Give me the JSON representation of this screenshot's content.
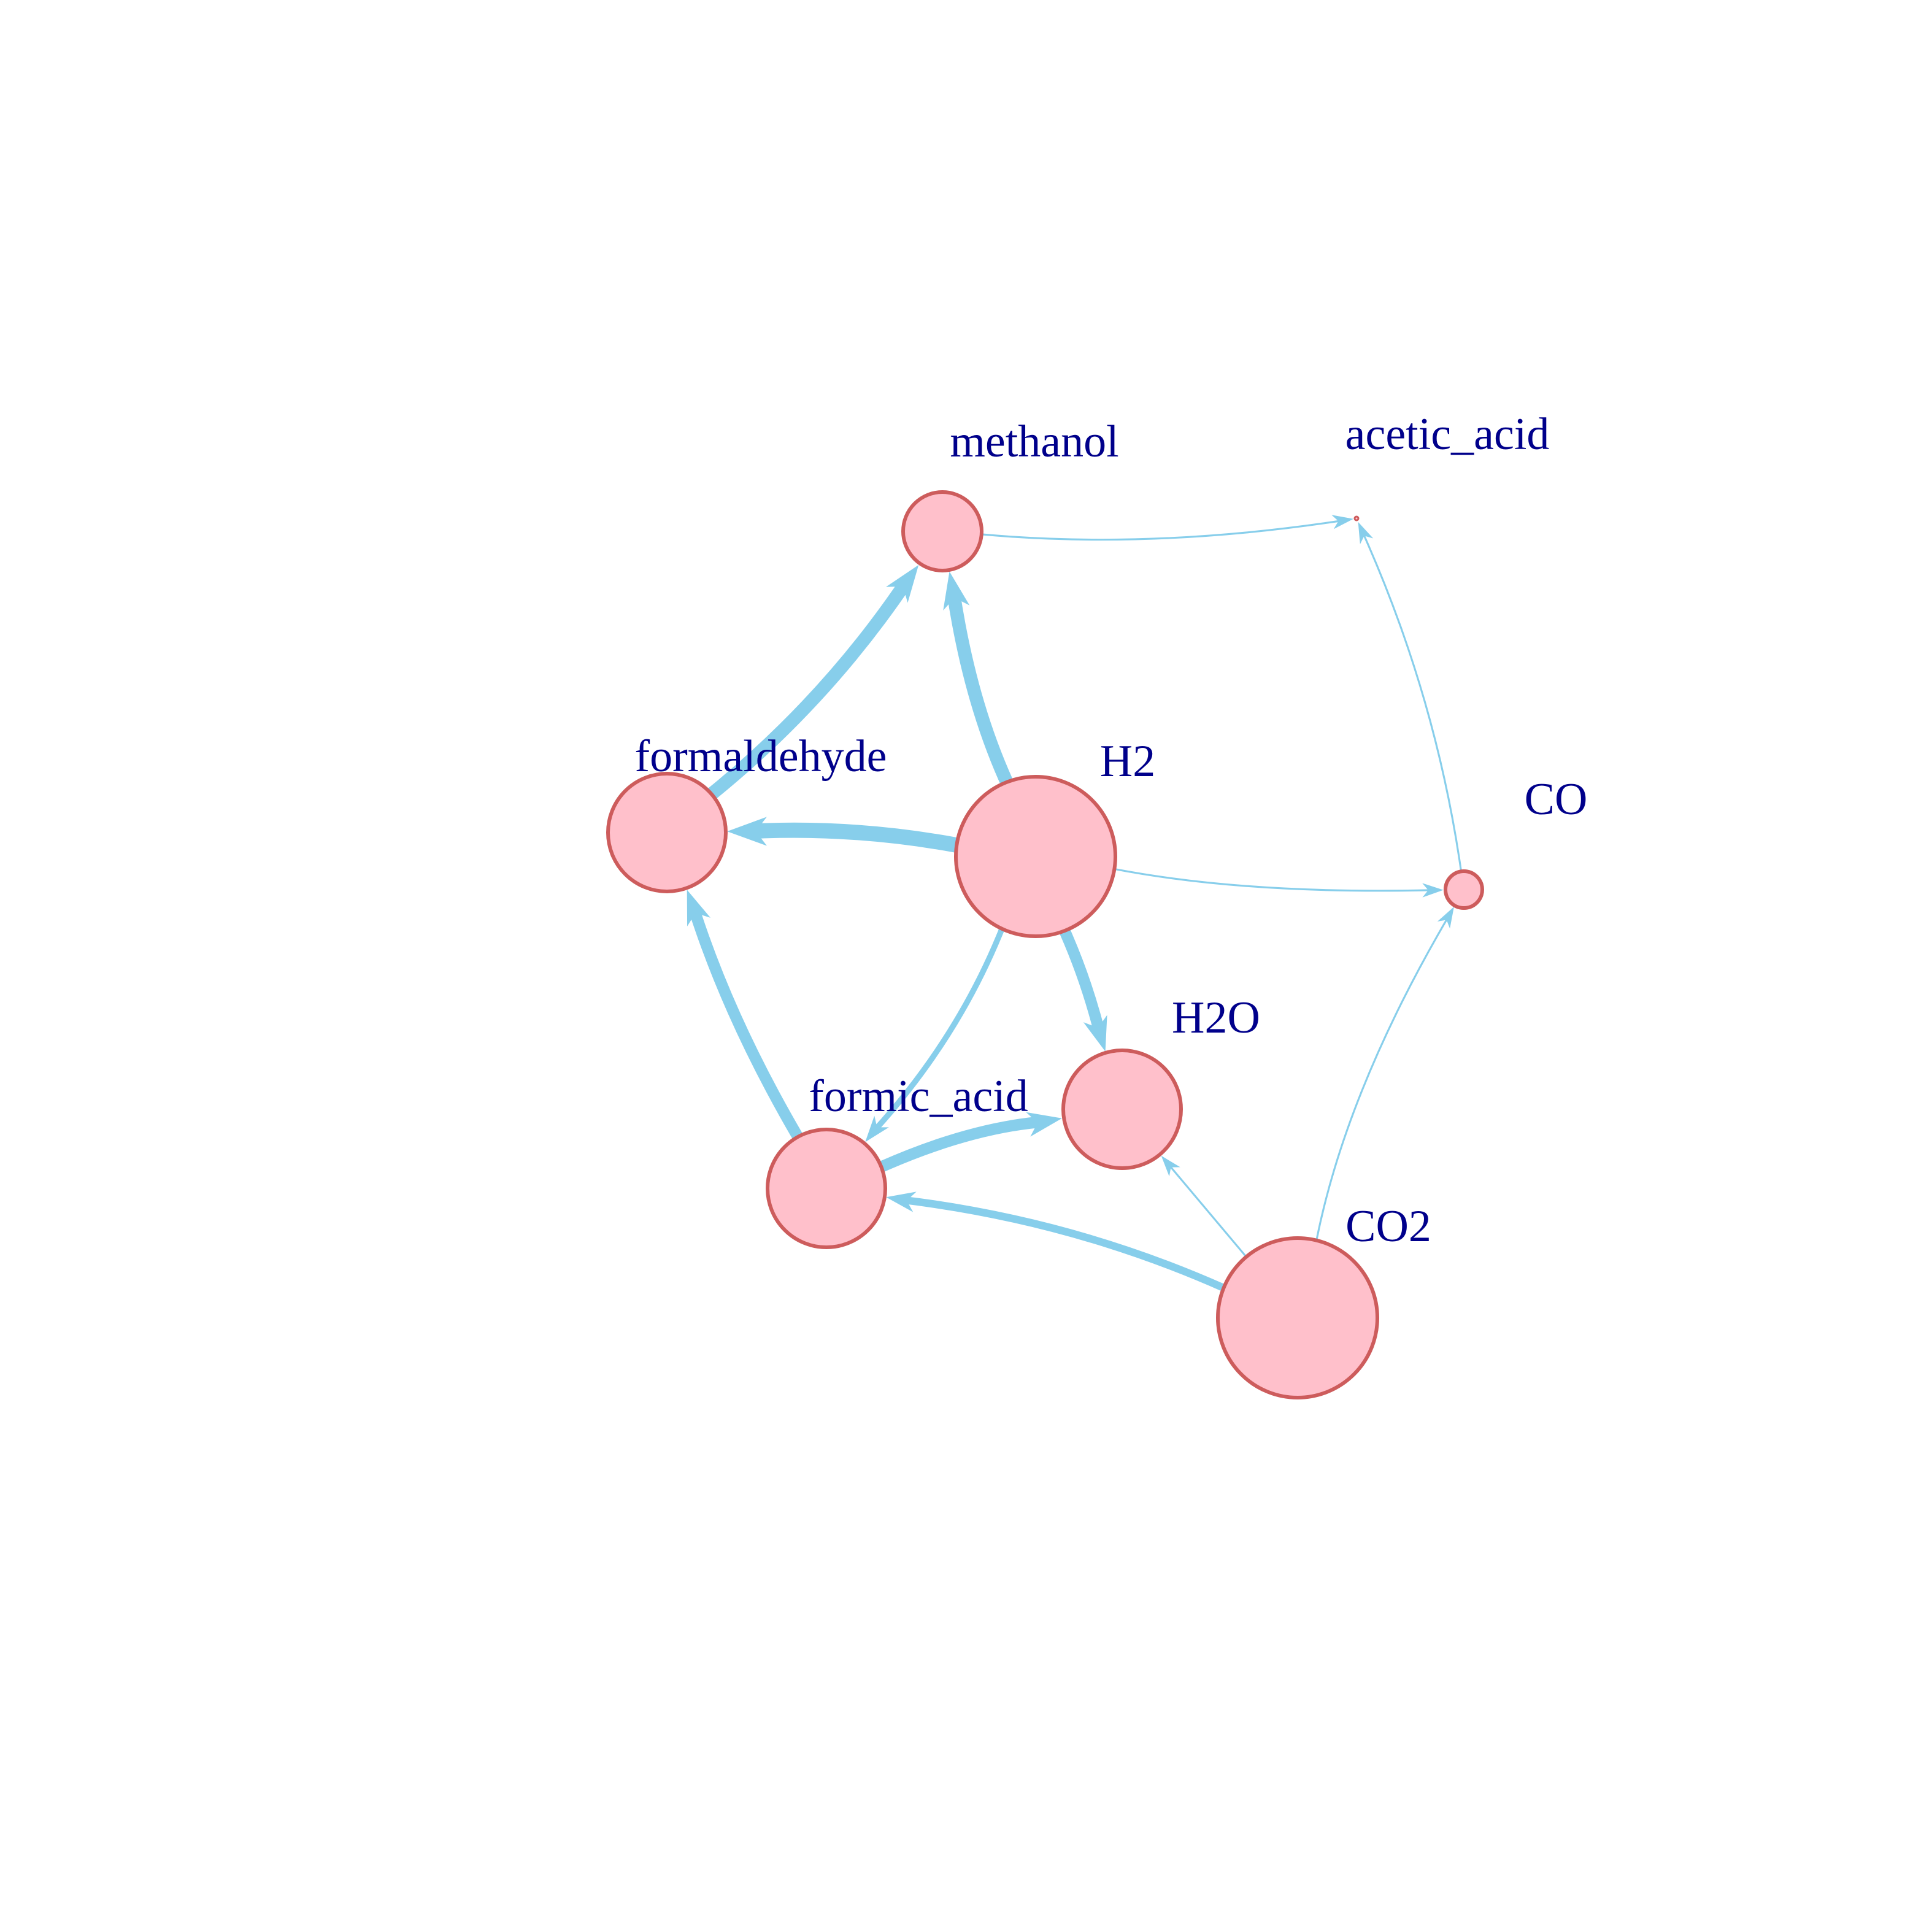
{
  "colors": {
    "background": "#ffffff",
    "node_fill": "#ffc0cb",
    "node_stroke": "#cd5c5c",
    "edge": "#87ceeb",
    "label": "#00008b"
  },
  "graph": {
    "type": "directed-network",
    "nodes": [
      {
        "id": "methanol",
        "label": "methanol",
        "size_rank": 3
      },
      {
        "id": "acetic_acid",
        "label": "acetic_acid",
        "size_rank": 0
      },
      {
        "id": "formaldehyde",
        "label": "formaldehyde",
        "size_rank": 4
      },
      {
        "id": "H2",
        "label": "H2",
        "size_rank": 6
      },
      {
        "id": "CO",
        "label": "CO",
        "size_rank": 1
      },
      {
        "id": "H2O",
        "label": "H2O",
        "size_rank": 4
      },
      {
        "id": "formic_acid",
        "label": "formic_acid",
        "size_rank": 4
      },
      {
        "id": "CO2",
        "label": "CO2",
        "size_rank": 6
      }
    ],
    "edges": [
      {
        "from": "methanol",
        "to": "acetic_acid",
        "weight": 1
      },
      {
        "from": "CO",
        "to": "acetic_acid",
        "weight": 1
      },
      {
        "from": "formaldehyde",
        "to": "methanol",
        "weight": 7
      },
      {
        "from": "H2",
        "to": "methanol",
        "weight": 7
      },
      {
        "from": "H2",
        "to": "formaldehyde",
        "weight": 8
      },
      {
        "from": "H2",
        "to": "CO",
        "weight": 1
      },
      {
        "from": "H2",
        "to": "H2O",
        "weight": 6
      },
      {
        "from": "H2",
        "to": "formic_acid",
        "weight": 3
      },
      {
        "from": "formic_acid",
        "to": "formaldehyde",
        "weight": 6
      },
      {
        "from": "formic_acid",
        "to": "H2O",
        "weight": 6
      },
      {
        "from": "CO2",
        "to": "formic_acid",
        "weight": 4
      },
      {
        "from": "CO2",
        "to": "H2O",
        "weight": 1
      },
      {
        "from": "CO2",
        "to": "CO",
        "weight": 1
      }
    ]
  }
}
